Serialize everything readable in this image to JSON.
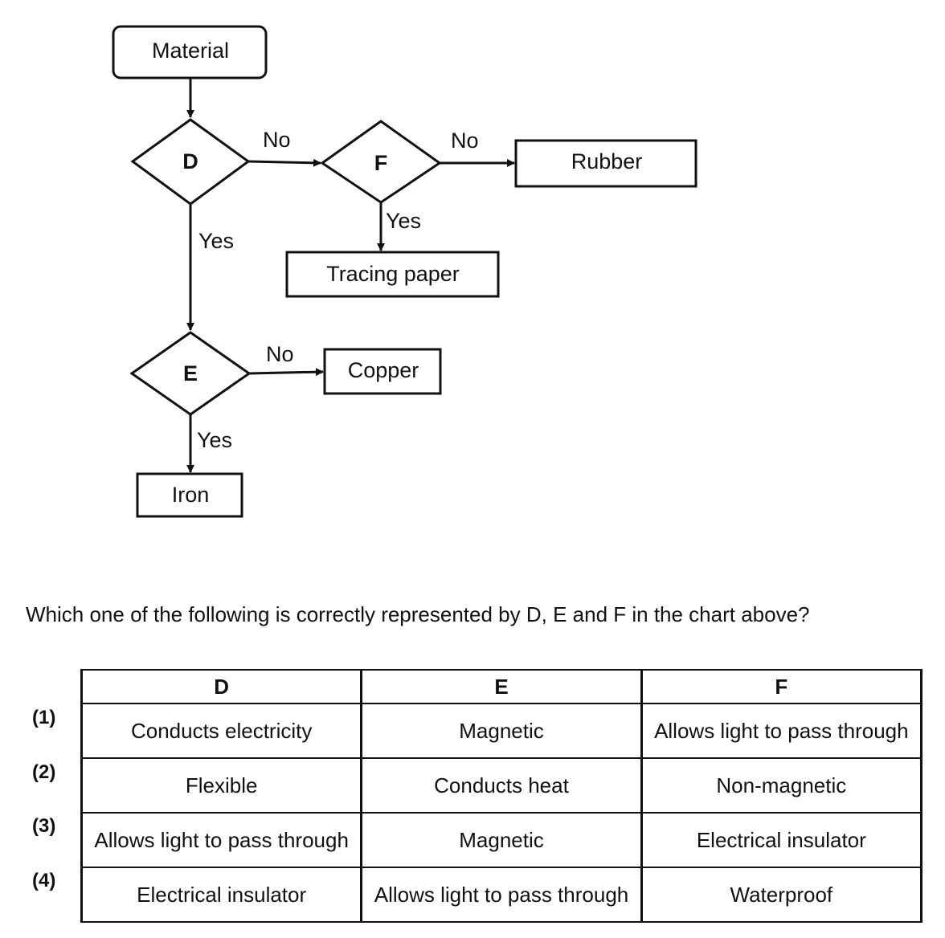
{
  "flowchart": {
    "start": "Material",
    "decision_d": "D",
    "decision_e": "E",
    "decision_f": "F",
    "result_rubber": "Rubber",
    "result_tracing": "Tracing paper",
    "result_copper": "Copper",
    "result_iron": "Iron",
    "d_no": "No",
    "f_no": "No",
    "f_yes": "Yes",
    "d_yes": "Yes",
    "e_no": "No",
    "e_yes": "Yes"
  },
  "question": "Which one of the following is correctly represented by D, E and F in the chart above?",
  "table": {
    "headers": [
      "D",
      "E",
      "F"
    ],
    "rows": [
      {
        "num": "(1)",
        "cells": [
          "Conducts electricity",
          "Magnetic",
          "Allows light to pass through"
        ]
      },
      {
        "num": "(2)",
        "cells": [
          "Flexible",
          "Conducts heat",
          "Non-magnetic"
        ]
      },
      {
        "num": "(3)",
        "cells": [
          "Allows light to pass through",
          "Magnetic",
          "Electrical insulator"
        ]
      },
      {
        "num": "(4)",
        "cells": [
          "Electrical insulator",
          "Allows light to pass through",
          "Waterproof"
        ]
      }
    ]
  }
}
